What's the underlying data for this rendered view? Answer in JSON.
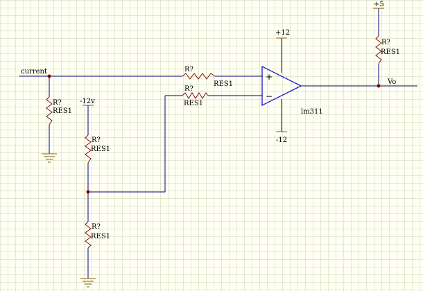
{
  "colors": {
    "background": "#fffff4",
    "grid": "#c8d4b0",
    "wire": "#000080",
    "resistor": "#801010",
    "opamp": "#0000cc",
    "junction": "#8b0000",
    "ground": "#806000",
    "text": "#000000"
  },
  "nets": {
    "input": "current",
    "neg_supply": "-12v",
    "output": "Vo"
  },
  "opamp": {
    "part": "lm311",
    "plus_pin": "+",
    "minus_pin": "−",
    "vpos": "+12",
    "vneg": "-12"
  },
  "resistors": {
    "r_input_gnd": {
      "ref": "R?",
      "value": "RES1"
    },
    "r_plus": {
      "ref": "R?",
      "value": "RES1"
    },
    "r_minus": {
      "ref": "R?",
      "value": "RES1"
    },
    "r_div_top": {
      "ref": "R?",
      "value": "RES1"
    },
    "r_div_bottom": {
      "ref": "R?",
      "value": "RES1"
    },
    "r_pullup": {
      "ref": "R?",
      "value": "RES1"
    }
  },
  "pullup_supply": "+5"
}
